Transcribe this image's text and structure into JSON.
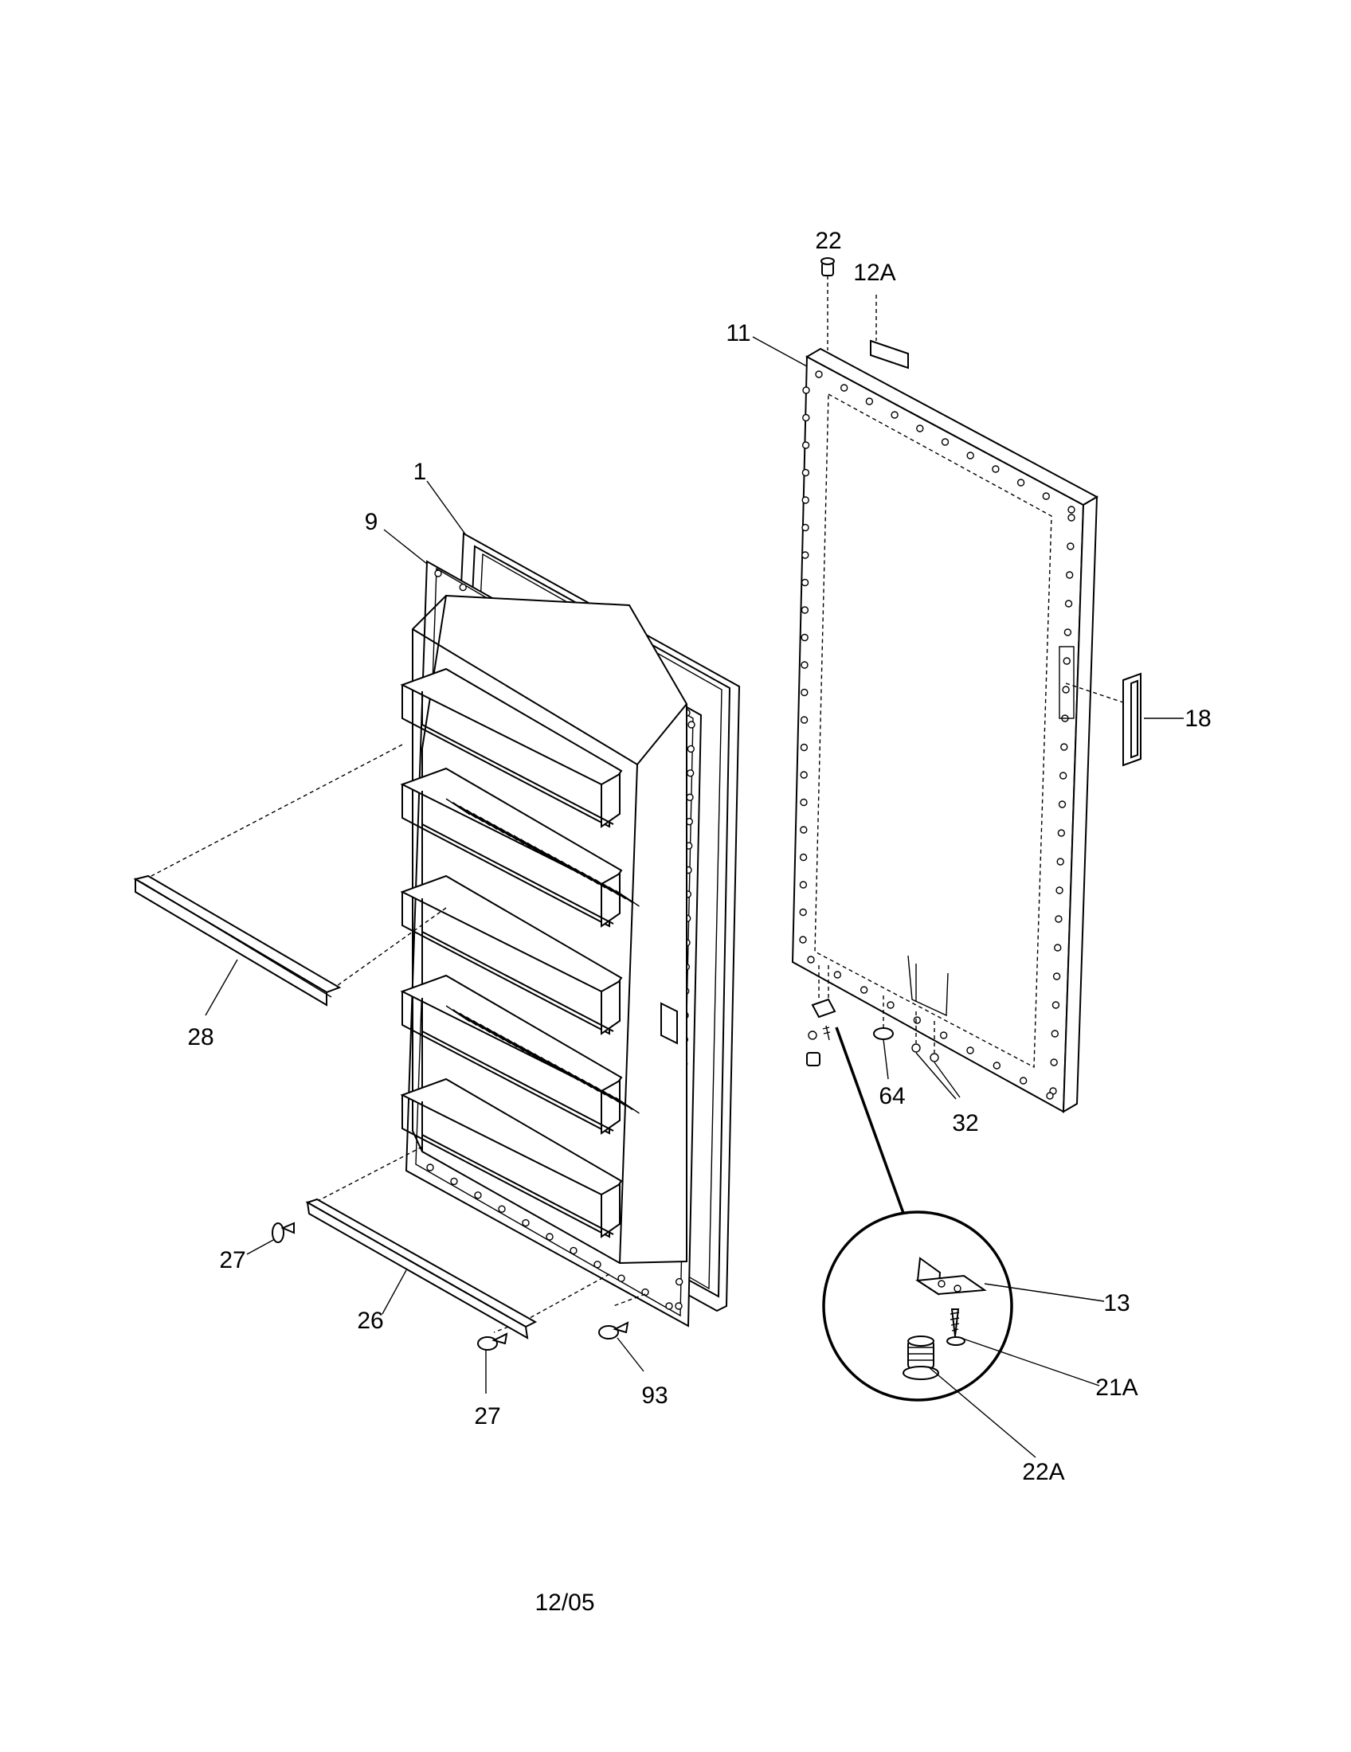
{
  "labels": {
    "l_22": "22",
    "l_12a": "12A",
    "l_11": "11",
    "l_1": "1",
    "l_9": "9",
    "l_18": "18",
    "l_28": "28",
    "l_64": "64",
    "l_32": "32",
    "l_13": "13",
    "l_27a": "27",
    "l_26": "26",
    "l_21a": "21A",
    "l_27b": "27",
    "l_93": "93",
    "l_22a": "22A"
  },
  "date": "12/05"
}
